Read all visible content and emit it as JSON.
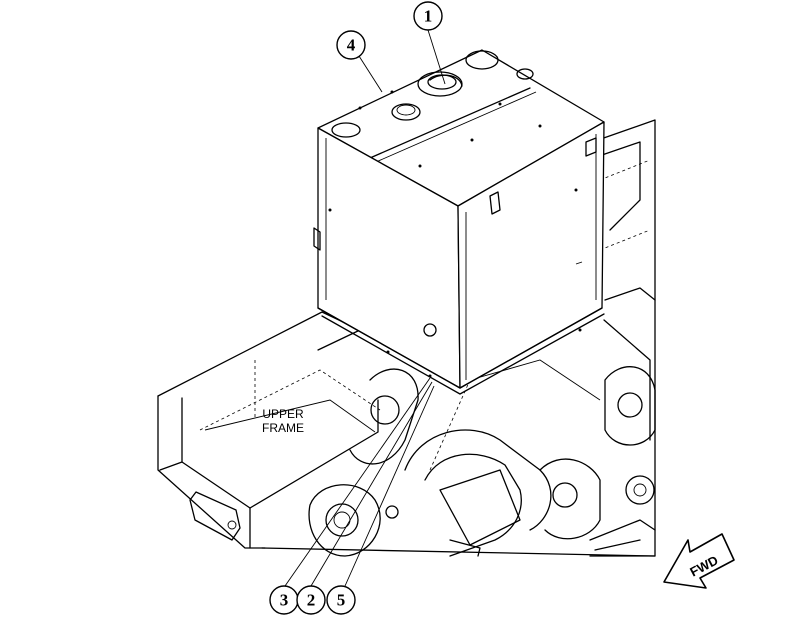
{
  "callouts": [
    {
      "id": "1",
      "label": "1"
    },
    {
      "id": "4",
      "label": "4"
    },
    {
      "id": "3",
      "label": "3"
    },
    {
      "id": "2",
      "label": "2"
    },
    {
      "id": "5",
      "label": "5"
    }
  ],
  "frame_label": {
    "line1": "UPPER",
    "line2": "FRAME"
  },
  "direction_label": "FWD",
  "colors": {
    "line": "#000000",
    "background": "#ffffff"
  }
}
